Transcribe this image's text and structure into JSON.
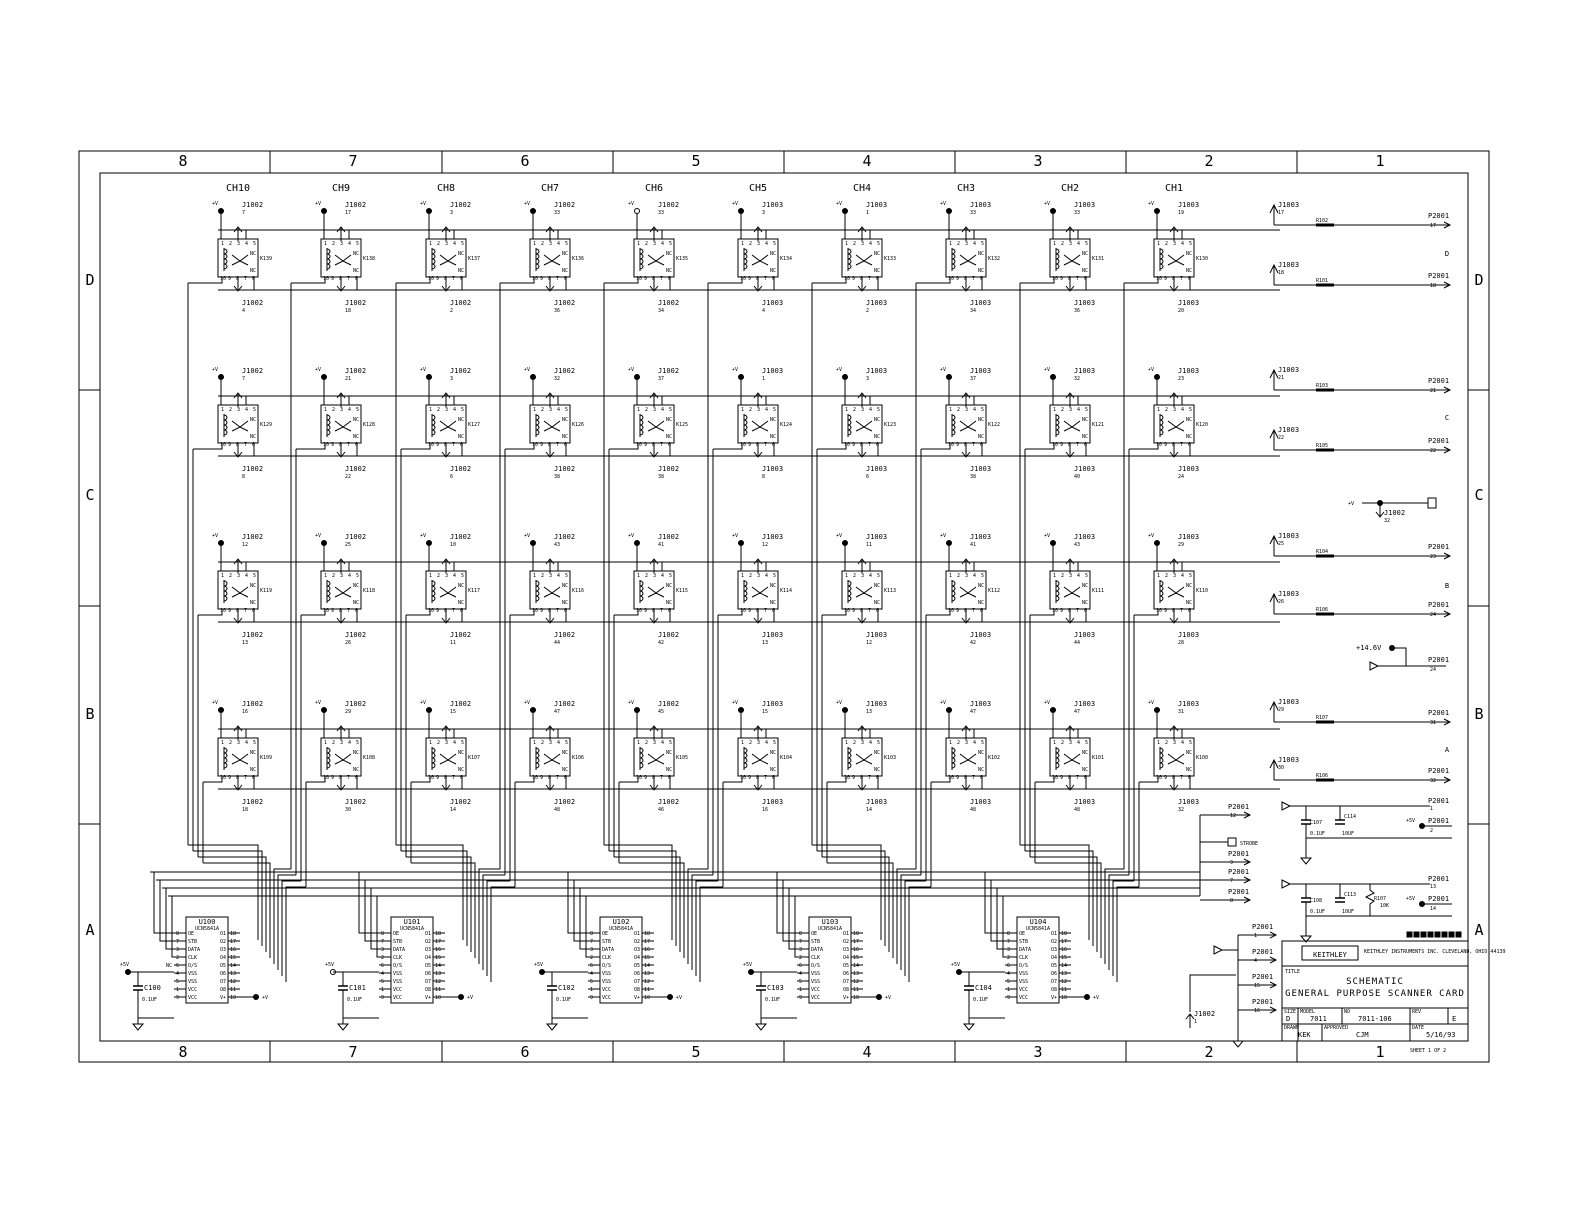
{
  "border": {
    "columns": [
      "8",
      "7",
      "6",
      "5",
      "4",
      "3",
      "2",
      "1"
    ],
    "rows": [
      "D",
      "C",
      "B",
      "A"
    ]
  },
  "channels": [
    "CH10",
    "CH9",
    "CH8",
    "CH7",
    "CH6",
    "CH5",
    "CH4",
    "CH3",
    "CH2",
    "CH1"
  ],
  "relays": [
    [
      "K139",
      "K138",
      "K137",
      "K136",
      "K135",
      "K134",
      "K133",
      "K132",
      "K131",
      "K130"
    ],
    [
      "K129",
      "K128",
      "K127",
      "K126",
      "K125",
      "K124",
      "K123",
      "K122",
      "K121",
      "K120"
    ],
    [
      "K119",
      "K118",
      "K117",
      "K116",
      "K115",
      "K114",
      "K113",
      "K112",
      "K111",
      "K110"
    ],
    [
      "K109",
      "K108",
      "K107",
      "K106",
      "K105",
      "K104",
      "K103",
      "K102",
      "K101",
      "K100"
    ]
  ],
  "connector_refs": [
    "J1002",
    "J1002",
    "J1002",
    "J1002",
    "J1002",
    "J1003",
    "J1003",
    "J1003",
    "J1003",
    "J1003"
  ],
  "pins_top": [
    [
      "7",
      "17",
      "3",
      "33",
      "33",
      "3",
      "1",
      "33",
      "33",
      "19"
    ],
    [
      "7",
      "21",
      "3",
      "32",
      "37",
      "1",
      "3",
      "37",
      "32",
      "23"
    ],
    [
      "12",
      "25",
      "10",
      "43",
      "41",
      "12",
      "11",
      "41",
      "43",
      "29"
    ],
    [
      "16",
      "29",
      "15",
      "47",
      "45",
      "15",
      "13",
      "47",
      "47",
      "31"
    ]
  ],
  "pins_bottom": [
    [
      "4",
      "18",
      "2",
      "36",
      "34",
      "4",
      "2",
      "34",
      "36",
      "20"
    ],
    [
      "8",
      "22",
      "6",
      "38",
      "38",
      "8",
      "6",
      "38",
      "40",
      "24"
    ],
    [
      "13",
      "26",
      "11",
      "44",
      "42",
      "13",
      "12",
      "42",
      "44",
      "28"
    ],
    [
      "18",
      "30",
      "14",
      "48",
      "46",
      "16",
      "14",
      "48",
      "48",
      "32"
    ]
  ],
  "plus_v_label": "+V",
  "right_connector": {
    "j1003_label": "J1003",
    "j1003_pins": [
      "17",
      "18",
      "21",
      "22",
      "25",
      "26",
      "29",
      "30"
    ],
    "p2001_label": "P2001",
    "p2001_pins": [
      "17",
      "18",
      "21",
      "22",
      "23",
      "24",
      "31",
      "32"
    ],
    "resistors": [
      "R102",
      "R101",
      "R103",
      "R105",
      "R104",
      "R106",
      "R107",
      "R106"
    ],
    "zone_letters": [
      "D",
      "C",
      "B",
      "A"
    ]
  },
  "vplus_junction": {
    "label": "+V",
    "ref": "J1002",
    "pin": "32"
  },
  "supply_14v": {
    "label": "+14.6V",
    "ref": "P2001",
    "pin": "24"
  },
  "shift_registers": [
    {
      "ref": "U100",
      "cap": "C100",
      "cap_val": "0.1UF"
    },
    {
      "ref": "U101",
      "cap": "C101",
      "cap_val": "0.1UF"
    },
    {
      "ref": "U102",
      "cap": "C102",
      "cap_val": "0.1UF"
    },
    {
      "ref": "U103",
      "cap": "C103",
      "cap_val": "0.1UF"
    },
    {
      "ref": "U104",
      "cap": "C104",
      "cap_val": "0.1UF"
    }
  ],
  "shift_register_part": "UCN5841A",
  "shift_register_left_pins": [
    "OE",
    "STB",
    "DATA",
    "CLK",
    "O/S",
    "VSS",
    "VSS",
    "VCC",
    "VCC"
  ],
  "shift_register_left_nums": [
    "8",
    "7",
    "3",
    "2",
    "6",
    "4",
    "5",
    "1",
    "9"
  ],
  "shift_register_right_pins": [
    "O1",
    "O2",
    "O3",
    "O4",
    "O5",
    "O6",
    "O7",
    "O8",
    "V+"
  ],
  "shift_register_right_nums": [
    "18",
    "17",
    "16",
    "15",
    "14",
    "13",
    "12",
    "11",
    "10"
  ],
  "supply_5v": "+5V",
  "ic_power_label": "+V",
  "nc_label": "NC",
  "control_signals": [
    {
      "ref": "P2001",
      "pin": "12"
    },
    {
      "label": "STROBE"
    },
    {
      "ref": "P2001",
      "pin": "9"
    },
    {
      "ref": "P2001",
      "pin": "7"
    },
    {
      "ref": "P2001",
      "pin": "8"
    }
  ],
  "decoupling": [
    {
      "c1": "C107",
      "c1_val": "0.1UF",
      "c2": "C114",
      "c2_val": "10UF",
      "supply": "+5V",
      "ref": "P2001",
      "pins": [
        "1",
        "2"
      ]
    },
    {
      "c1": "C108",
      "c1_val": "0.1UF",
      "c2": "C113",
      "c2_val": "10UF",
      "r": "R107",
      "r_val": "10K",
      "supply": "+5V",
      "ref": "P2001",
      "pins": [
        "13",
        "14"
      ]
    }
  ],
  "title_block_connectors": [
    {
      "ref": "P2001",
      "pin": "1"
    },
    {
      "ref": "P2001",
      "pin": "4"
    },
    {
      "ref": "P2001",
      "pin": "15"
    },
    {
      "ref": "P2001",
      "pin": "16"
    }
  ],
  "bottom_ref": {
    "ref": "J1002",
    "pin": "1"
  },
  "title_block": {
    "company": "KEITHLEY",
    "company_info": "KEITHLEY INSTRUMENTS INC. CLEVELAND, OHIO 44139",
    "title_caption": "TITLE",
    "title_line1": "SCHEMATIC",
    "title_line2": "GENERAL PURPOSE SCANNER CARD",
    "size_caption": "SIZE",
    "size": "D",
    "model_caption": "MODEL",
    "model": "7011",
    "dwg_caption": "NO",
    "dwg_no": "7011-106",
    "rev_caption": "REV",
    "rev": "E",
    "drawn_caption": "DRAWN",
    "drawn": "KEK",
    "approved_caption": "APPROVED",
    "approved": "CJM",
    "date_caption": "DATE",
    "date": "5/16/93",
    "sheet": "SHEET 1 OF 2"
  }
}
